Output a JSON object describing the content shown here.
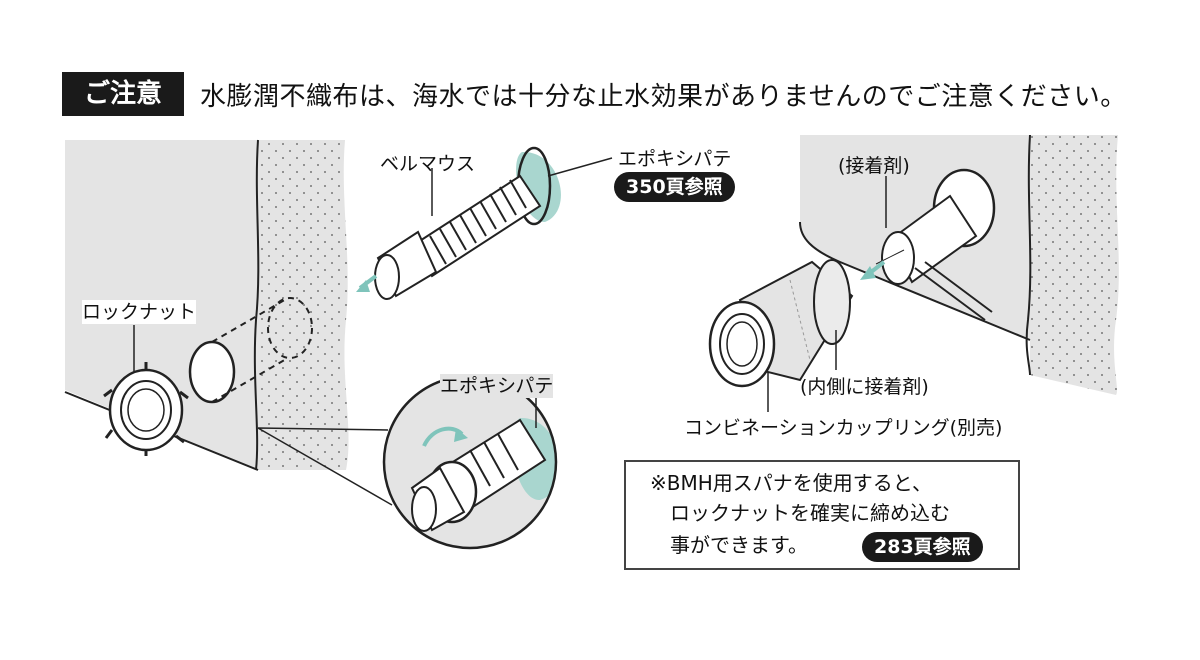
{
  "notice": {
    "badge": "ご注意",
    "text": "水膨潤不織布は、海水では十分な止水効果がありませんのでご注意ください。"
  },
  "labels": {
    "bell_mouth": "ベルマウス",
    "epoxy_putty_top": "エポキシパテ",
    "ref_350": "350頁参照",
    "adhesive": "(接着剤)",
    "lock_nut": "ロックナット",
    "epoxy_putty_zoom": "エポキシパテ",
    "inner_adhesive": "(内側に接着剤)",
    "combination_coupling": "コンビネーションカップリング(別売)"
  },
  "note": {
    "line1": "※BMH用スパナを使用すると、",
    "line2": "ロックナットを確実に締め込む",
    "line3": "事ができます。",
    "ref_283": "283頁参照"
  },
  "colors": {
    "tank_gray": "#e4e4e4",
    "putty_teal": "#a9d6cf",
    "arrow_teal": "#7fc4bb",
    "badge_black": "#1a1a1a"
  }
}
